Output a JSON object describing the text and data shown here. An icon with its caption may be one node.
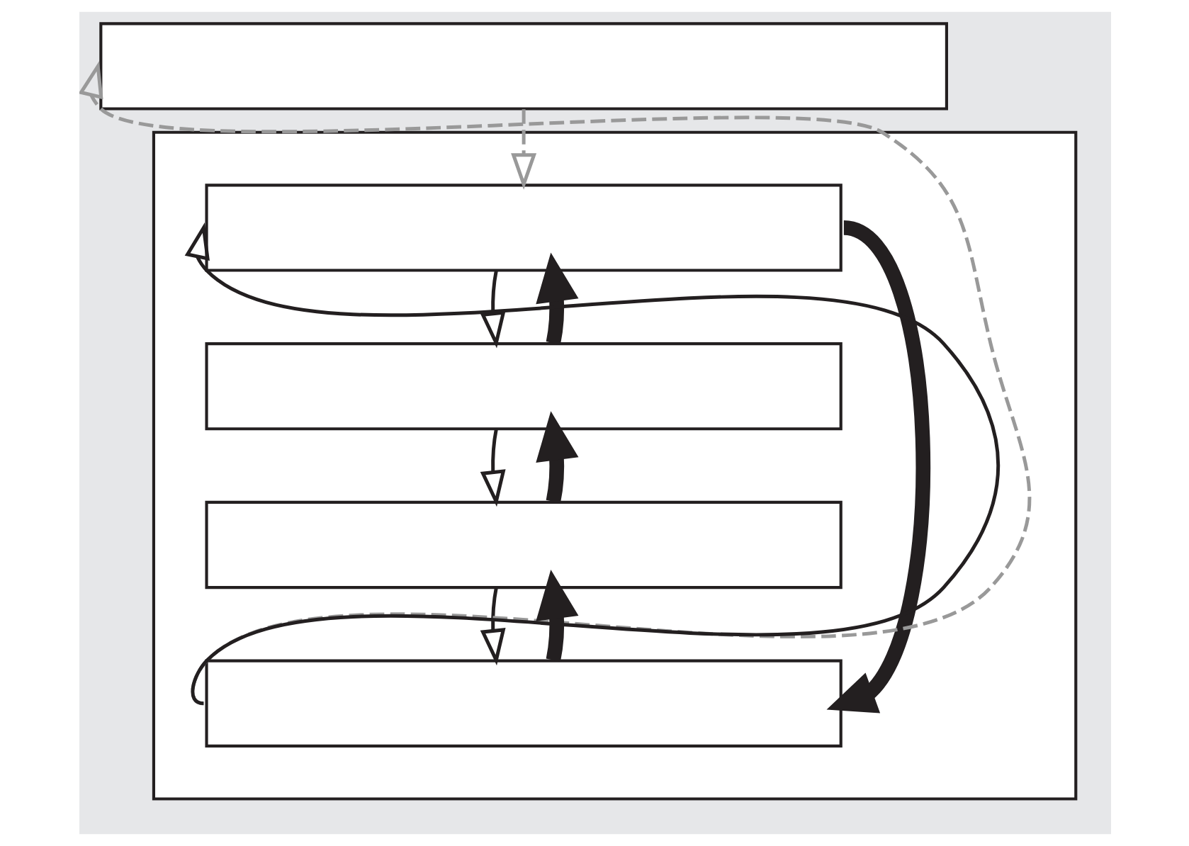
{
  "diagram": {
    "nodes": [
      {
        "text": [],
        "shape": "box"
      },
      {
        "text": [],
        "shape": "box"
      },
      {
        "text": [],
        "shape": "box",
        "in": 1
      },
      {
        "text": [],
        "shape": "box",
        "in": 1
      },
      {
        "text": [],
        "shape": "box",
        "in": 1
      },
      {
        "text": [],
        "shape": "box",
        "in": 1
      }
    ],
    "edges": [
      {
        "from": 0,
        "to": 2,
        "arrow": "to",
        "style": "dashed",
        "color": "#999999"
      },
      {
        "from": 2,
        "to": 3,
        "arrow": "to"
      },
      {
        "from": 3,
        "to": 2,
        "arrow": "to",
        "style": "thick",
        "color": "#231f20"
      },
      {
        "from": 3,
        "to": 4,
        "arrow": "to"
      },
      {
        "from": 4,
        "to": 3,
        "arrow": "to",
        "style": "thick",
        "color": "#231f20"
      },
      {
        "from": 4,
        "to": 5,
        "arrow": "to"
      },
      {
        "from": 5,
        "to": 4,
        "arrow": "to",
        "style": "thick",
        "color": "#231f20"
      },
      {
        "from": 2,
        "to": 5,
        "arrow": "to",
        "style": "thick",
        "color": "#231f20"
      },
      {
        "from": 5,
        "to": 2,
        "arrow": "to"
      },
      {
        "from": 5,
        "to": 0,
        "arrow": "to",
        "style": "dashed",
        "color": "#999999"
      }
    ]
  }
}
